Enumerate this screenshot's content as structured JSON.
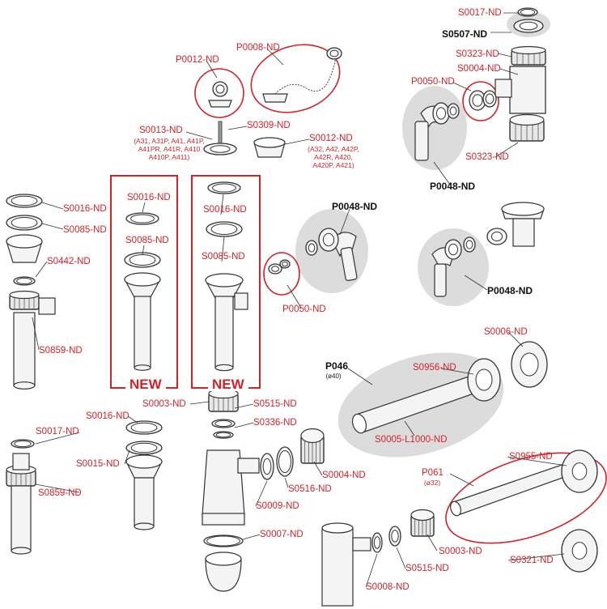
{
  "colors": {
    "accent": "#d2232a",
    "bold_label": "#111111",
    "part_line": "#333333",
    "part_fill": "#f4f4f4",
    "group_fill": "#dcdcdc"
  },
  "new_label": "NEW",
  "labels": {
    "s0017_top": "S0017-ND",
    "s0507": "S0507-ND",
    "s0323_top": "S0323-ND",
    "s0004_top": "S0004-ND",
    "p0050_top": "P0050-ND",
    "s0323_bottom": "S0323-ND",
    "p0048_top": "P0048-ND",
    "p0012": "P0012-ND",
    "p0008": "P0008-ND",
    "s0013": "S0013-ND",
    "s0309": "S0309-ND",
    "s0012": "S0012-ND",
    "s0016_left": "S0016-ND",
    "s0085_left": "S0085-ND",
    "s0442": "S0442-ND",
    "s0859_left": "S0859-ND",
    "s0016_new1": "S0016-ND",
    "s0085_new1": "S0085-ND",
    "s0016_new2": "S0016-ND",
    "s0085_new2": "S0085-ND",
    "p0048_mid": "P0048-ND",
    "p0050_mid": "P0050-ND",
    "p0048_right": "P0048-ND",
    "s0006": "S0006-ND",
    "p046": "P046",
    "s0956": "S0956-ND",
    "s0005": "S0005-L1000-ND",
    "s0955": "S0955-ND",
    "p061": "P061",
    "s0321": "S0321-ND",
    "s0003_mid": "S0003-ND",
    "s0515_mid": "S0515-ND",
    "s0336": "S0336-ND",
    "s0004_bottom": "S0004-ND",
    "s0516": "S0516-ND",
    "s0009": "S0009-ND",
    "s0007": "S0007-ND",
    "s0017_bottom": "S0017-ND",
    "s0859_bottom": "S0859-ND",
    "s0016_bottom": "S0016-ND",
    "s0015": "S0015-ND",
    "s0003_bottom": "S0003-ND",
    "s0515_bottom": "S0515-ND",
    "s0008": "S0008-ND"
  },
  "sublabels": {
    "s0013_models": "(A31, A31P, A41, A41P,\nA41PR, A41R, A410\nA410P, A411)",
    "s0012_models": "(A32, A42, A42P,\nA42R, A420,\nA420P, A421)",
    "p046_dia": "(ø40)",
    "p061_dia": "(ø32)"
  }
}
